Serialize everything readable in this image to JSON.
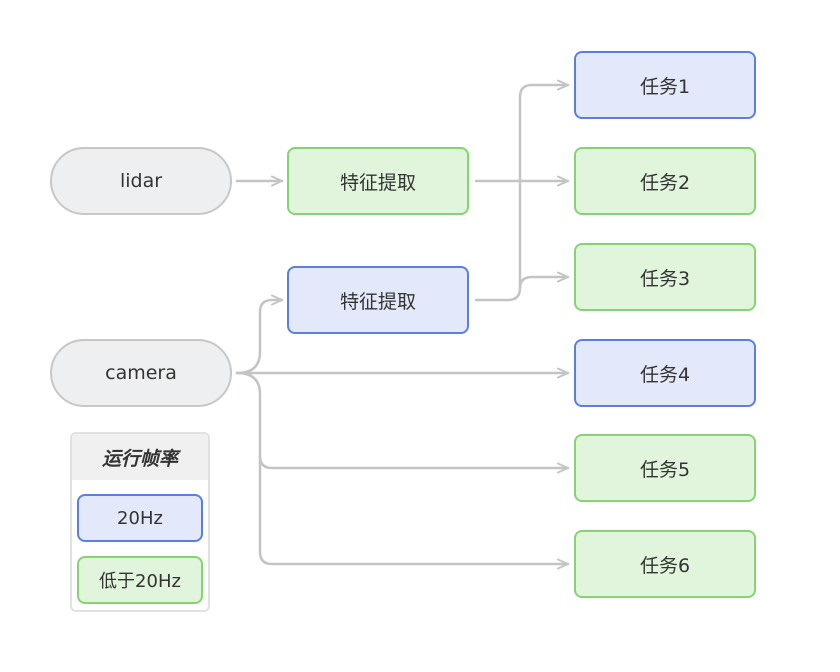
{
  "sources": {
    "lidar": "lidar",
    "camera": "camera"
  },
  "processors": {
    "lidar_feature": "特征提取",
    "camera_feature": "特征提取"
  },
  "tasks": [
    "任务1",
    "任务2",
    "任务3",
    "任务4",
    "任务5",
    "任务6"
  ],
  "legend": {
    "title": "运行帧率",
    "fast_label": "20Hz",
    "slow_label": "低于20Hz"
  },
  "colors": {
    "fast_fill": "#e3e9fb",
    "fast_border": "#5b80dc",
    "slow_fill": "#e1f5dc",
    "slow_border": "#86d471",
    "source_fill": "#eeeff0",
    "source_border": "#c6c7c9",
    "connector": "#c4c4c4"
  }
}
